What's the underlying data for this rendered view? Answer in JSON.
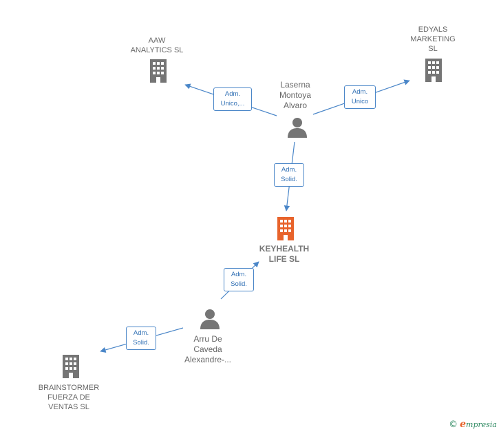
{
  "colors": {
    "edge": "#4a86c8",
    "building": "#757575",
    "focus": "#e8632b",
    "person": "#757575"
  },
  "nodes": {
    "aaw": {
      "lines": [
        "AAW",
        "ANALYTICS  SL"
      ]
    },
    "edyals": {
      "lines": [
        "EDYALS",
        "MARKETING",
        "SL"
      ]
    },
    "laserna": {
      "lines": [
        "Laserna",
        "Montoya",
        "Alvaro"
      ]
    },
    "keyhealth": {
      "lines": [
        "KEYHEALTH",
        "LIFE  SL"
      ]
    },
    "arru": {
      "lines": [
        "Arru De",
        "Caveda",
        "Alexandre-..."
      ]
    },
    "brainstormer": {
      "lines": [
        "BRAINSTORMER",
        "FUERZA DE",
        "VENTAS SL"
      ]
    }
  },
  "edges": {
    "laserna_aaw": {
      "lines": [
        "Adm.",
        "Unico,..."
      ]
    },
    "laserna_edyals": {
      "lines": [
        "Adm.",
        "Unico"
      ]
    },
    "laserna_keyhealth": {
      "lines": [
        "Adm.",
        "Solid."
      ]
    },
    "arru_keyhealth": {
      "lines": [
        "Adm.",
        "Solid."
      ]
    },
    "arru_brainstormer": {
      "lines": [
        "Adm.",
        "Solid."
      ]
    }
  },
  "brand": {
    "symbol": "©",
    "initial": "e",
    "rest": "mpresia"
  }
}
